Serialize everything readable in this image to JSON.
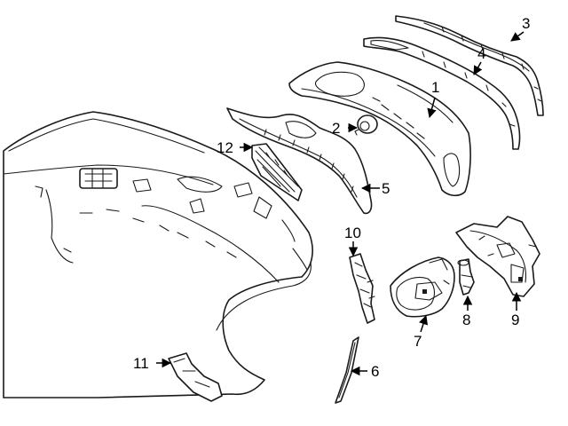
{
  "callouts": [
    {
      "id": "1",
      "text": "1"
    },
    {
      "id": "2",
      "text": "2"
    },
    {
      "id": "3",
      "text": "3"
    },
    {
      "id": "4",
      "text": "4"
    },
    {
      "id": "5",
      "text": "5"
    },
    {
      "id": "6",
      "text": "6"
    },
    {
      "id": "7",
      "text": "7"
    },
    {
      "id": "8",
      "text": "8"
    },
    {
      "id": "9",
      "text": "9"
    },
    {
      "id": "10",
      "text": "10"
    },
    {
      "id": "11",
      "text": "11"
    },
    {
      "id": "12",
      "text": "12"
    }
  ],
  "colors": {
    "line": "#1a1a1a",
    "background": "#ffffff"
  }
}
